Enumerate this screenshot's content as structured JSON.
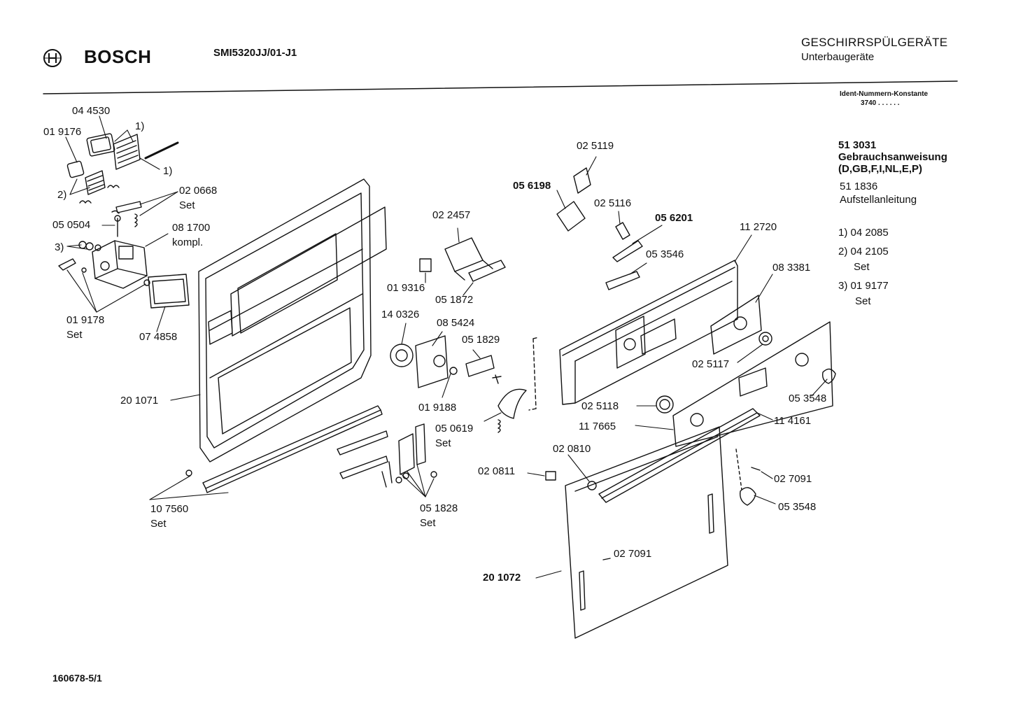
{
  "header": {
    "brand": "BOSCH",
    "model": "SMI5320JJ/01-J1",
    "category": "GESCHIRRSPÜLGERÄTE",
    "subcategory": "Unterbaugeräte",
    "ident_title": "Ident-Nummern-Konstante",
    "ident_value": "3740  . .   . . . ."
  },
  "side_notes": {
    "doc1_number": "51 3031",
    "doc1_title": "Gebrauchsanweisung",
    "doc1_langs": "(D,GB,F,I,NL,E,P)",
    "doc2_number": "51 1836",
    "doc2_title": "Aufstellanleitung",
    "note1": "1) 04 2085",
    "note2": "2) 04 2105",
    "note2_set": "Set",
    "note3": "3) 01 9177",
    "note3_set": "Set"
  },
  "labels": {
    "p044530": "04 4530",
    "p019176": "01 9176",
    "p_1a": "1)",
    "p_1b": "1)",
    "p_2": "2)",
    "p020668": "02 0668",
    "p020668_set": "Set",
    "p050504": "05 0504",
    "p_3": "3)",
    "p081700": "08 1700",
    "p081700_k": "kompl.",
    "p019178": "01 9178",
    "p019178_set": "Set",
    "p074858": "07 4858",
    "p201071": "20 1071",
    "p107560": "10 7560",
    "p107560_set": "Set",
    "p022457": "02 2457",
    "p019316": "01 9316",
    "p051872": "05 1872",
    "p140326": "14 0326",
    "p085424": "08 5424",
    "p051829": "05 1829",
    "p019188": "01 9188",
    "p050619": "05 0619",
    "p050619_set": "Set",
    "p051828": "05 1828",
    "p051828_set": "Set",
    "p025119": "02 5119",
    "p056198": "05 6198",
    "p025116": "02 5116",
    "p056201": "05 6201",
    "p053546": "05 3546",
    "p112720": "11 2720",
    "p083381": "08 3381",
    "p025117": "02 5117",
    "p053548a": "05 3548",
    "p025118": "02 5118",
    "p117665": "11 7665",
    "p114161": "11 4161",
    "p020810": "02 0810",
    "p020811": "02 0811",
    "p027091a": "02 7091",
    "p053548b": "05 3548",
    "p027091b": "02 7091",
    "p201072": "20 1072"
  },
  "footer": {
    "code": "160678-5/1"
  }
}
